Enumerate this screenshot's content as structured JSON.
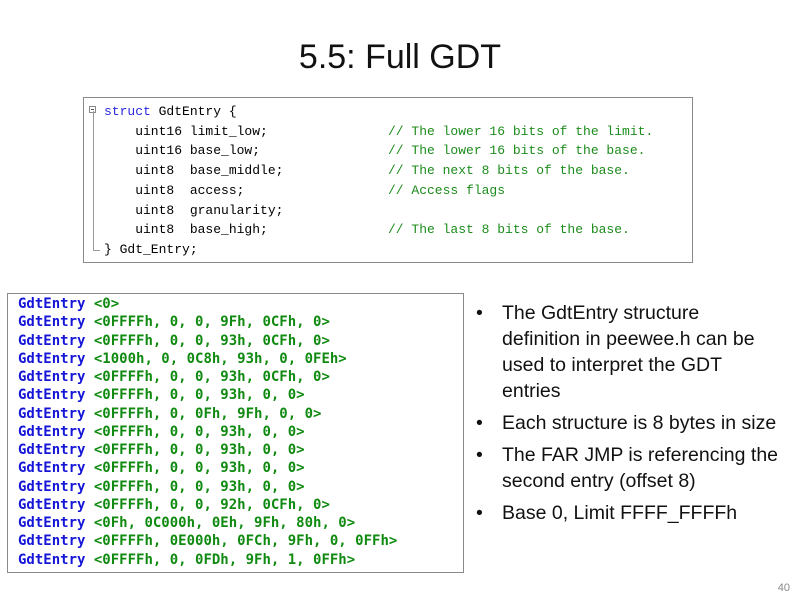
{
  "slide": {
    "title": "5.5: Full GDT",
    "page_number": "40"
  },
  "struct_code": {
    "lines": [
      {
        "code": "struct GdtEntry {",
        "comment": ""
      },
      {
        "code": "    uint16 limit_low;",
        "comment": "// The lower 16 bits of the limit."
      },
      {
        "code": "    uint16 base_low;",
        "comment": "// The lower 16 bits of the base."
      },
      {
        "code": "    uint8  base_middle;",
        "comment": "// The next 8 bits of the base."
      },
      {
        "code": "    uint8  access;",
        "comment": "// Access flags"
      },
      {
        "code": "    uint8  granularity;",
        "comment": ""
      },
      {
        "code": "    uint8  base_high;",
        "comment": "// The last 8 bits of the base."
      },
      {
        "code": "} Gdt_Entry;",
        "comment": ""
      }
    ]
  },
  "gdt_listing": {
    "entries": [
      {
        "name": "GdtEntry",
        "values": "<0>"
      },
      {
        "name": "GdtEntry",
        "values": "<0FFFFh, 0, 0, 9Fh, 0CFh, 0>"
      },
      {
        "name": "GdtEntry",
        "values": "<0FFFFh, 0, 0, 93h, 0CFh, 0>"
      },
      {
        "name": "GdtEntry",
        "values": "<1000h, 0, 0C8h, 93h, 0, 0FEh>"
      },
      {
        "name": "GdtEntry",
        "values": "<0FFFFh, 0, 0, 93h, 0CFh, 0>"
      },
      {
        "name": "GdtEntry",
        "values": "<0FFFFh, 0, 0, 93h, 0, 0>"
      },
      {
        "name": "GdtEntry",
        "values": "<0FFFFh, 0, 0Fh, 9Fh, 0, 0>"
      },
      {
        "name": "GdtEntry",
        "values": "<0FFFFh, 0, 0, 93h, 0, 0>"
      },
      {
        "name": "GdtEntry",
        "values": "<0FFFFh, 0, 0, 93h, 0, 0>"
      },
      {
        "name": "GdtEntry",
        "values": "<0FFFFh, 0, 0, 93h, 0, 0>"
      },
      {
        "name": "GdtEntry",
        "values": "<0FFFFh, 0, 0, 93h, 0, 0>"
      },
      {
        "name": "GdtEntry",
        "values": "<0FFFFh, 0, 0, 92h, 0CFh, 0>"
      },
      {
        "name": "GdtEntry",
        "values": "<0Fh, 0C000h, 0Eh, 9Fh, 80h, 0>"
      },
      {
        "name": "GdtEntry",
        "values": "<0FFFFh, 0E000h, 0FCh, 9Fh, 0, 0FFh>"
      },
      {
        "name": "GdtEntry",
        "values": "<0FFFFh, 0, 0FDh, 9Fh, 1, 0FFh>"
      }
    ]
  },
  "bullets": [
    "The GdtEntry structure definition in peewee.h can be used to interpret the GDT entries",
    "Each structure is 8 bytes in size",
    "The FAR JMP is referencing the second entry (offset 8)",
    "Base 0, Limit FFFF_FFFFh"
  ],
  "colors": {
    "keyword": "#2a2ae0",
    "comment": "#1c8c1c",
    "gdt_name": "#1515d8",
    "gdt_values": "#108a10"
  }
}
